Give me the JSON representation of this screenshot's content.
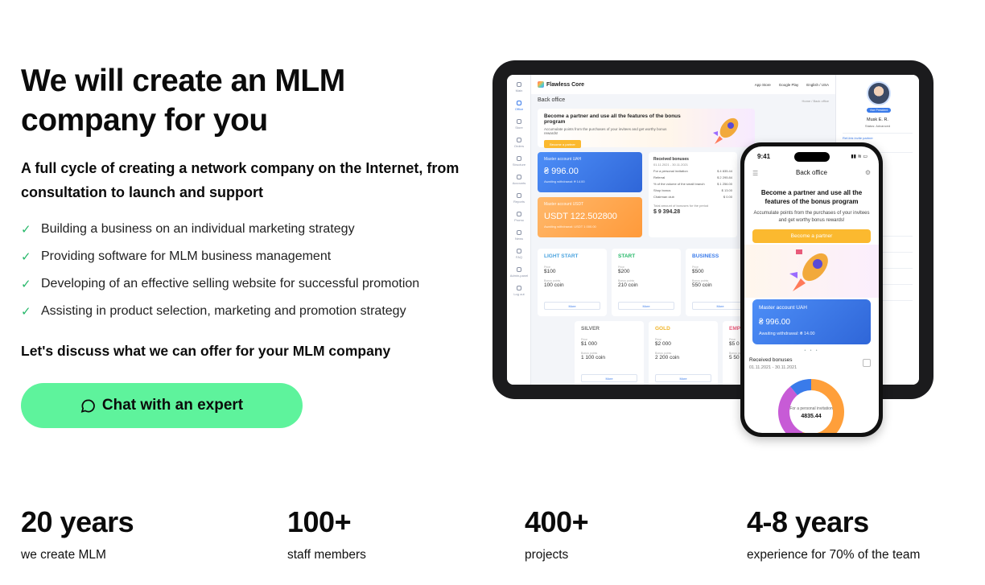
{
  "hero": {
    "headline": "We will create an MLM company for you",
    "subheadline": "A full cycle of creating a network company on the Internet, from consultation to launch and support",
    "bullets": [
      "Building a business on an individual marketing strategy",
      "Providing software for MLM business management",
      "Developing of an effective selling website for successful promotion",
      "Assisting in product selection, marketing and promotion strategy"
    ],
    "check_glyph": "✓",
    "discuss": "Let's discuss what we can offer for your MLM company",
    "cta_label": "Chat with an expert",
    "cta_icon": "chat-bubble-icon",
    "cta_color": "#5ef39c"
  },
  "tablet": {
    "brand": "Flawless Core",
    "app_store": "App Store",
    "google_play": "Google Play",
    "language": "English / USA",
    "sidebar": [
      "Main",
      "Office",
      "Store",
      "Orders",
      "Structure",
      "Accounts",
      "Reports",
      "Promo",
      "News",
      "FAQ",
      "Admin-panel",
      "Log out"
    ],
    "back_office": "Back office",
    "breadcrumb": "Home / Back office",
    "promo_title": "Become a partner and use all the features of the bonus program",
    "promo_sub": "Accumulate points from the purchases of your invitees and get worthy bonus rewards!",
    "promo_btn": "Become a partner",
    "acc_uah_label": "Master account UAH",
    "acc_uah_value": "₴ 996.00",
    "acc_uah_sub": "Awaiting withdrawal: ₴ 14.00",
    "acc_usdt_label": "Master account USDT",
    "acc_usdt_value": "USDT 122.502800",
    "acc_usdt_sub": "Awaiting withdrawal: USDT 1 000.00",
    "recv_title": "Received bonuses",
    "recv_date": "01.11.2021 - 30.11.2021",
    "recv_rows": [
      {
        "label": "For a personal invitation",
        "value": "$ 4 835.44"
      },
      {
        "label": "Referral",
        "value": "$ 2 295.84"
      },
      {
        "label": "% of the volume of the small branch",
        "value": "$ 1 256.00"
      },
      {
        "label": "Shop bonus",
        "value": "$ 13.00"
      },
      {
        "label": "Chairman club",
        "value": "$ 0.00"
      }
    ],
    "recv_total_label": "Total amount of bonuses for the period",
    "recv_total": "$ 9 394.28",
    "plans": [
      {
        "name": "LIGHT START",
        "price": "$100",
        "coin": "100 coin",
        "color": "#4aa3df"
      },
      {
        "name": "START",
        "price": "$200",
        "coin": "210 coin",
        "color": "#27b86a"
      },
      {
        "name": "BUSINESS",
        "price": "$500",
        "coin": "550 coin",
        "color": "#3a7bea"
      },
      {
        "name": "SILVER",
        "price": "$1 000",
        "coin": "1 100 coin",
        "color": "#777777"
      },
      {
        "name": "GOLD",
        "price": "$2 000",
        "coin": "2 200 coin",
        "color": "#f0b429"
      },
      {
        "name": "EMP",
        "price": "$5 0",
        "coin": "5 50",
        "color": "#e85a7a"
      }
    ],
    "price_label": "Price",
    "coin_label": "Bonus points",
    "more": "More",
    "profile_badge": "Vice President",
    "profile_name": "Musk E. R.",
    "profile_status": "Status: Advanced",
    "ref_label": "Ref-link invite partner"
  },
  "phone": {
    "time": "9:41",
    "status": "▮▮ ≋ ▭",
    "header": "Back office",
    "title": "Become a partner and use all the features of the bonus program",
    "subtitle": "Accumulate points from the purchases of your invitees and get worthy bonus rewards!",
    "btn": "Become a partner",
    "acc_label": "Master account UAH",
    "acc_value": "₴ 996.00",
    "acc_sub": "Awaiting withdrawal: ₴ 14.00",
    "dots": "• • •",
    "recv_title": "Received bonuses",
    "recv_date": "01.11.2021 - 30.11.2021",
    "donut_label": "For a personal invitation",
    "donut_value": "4835.44",
    "donut_colors": [
      "#ff9f3a",
      "#c75bd6",
      "#3a7bea"
    ]
  },
  "stats": [
    {
      "number": "20 years",
      "label": "we create MLM"
    },
    {
      "number": "100+",
      "label": "staff members"
    },
    {
      "number": "400+",
      "label": "projects"
    },
    {
      "number": "4-8 years",
      "label": "experience for 70% of the team"
    }
  ]
}
